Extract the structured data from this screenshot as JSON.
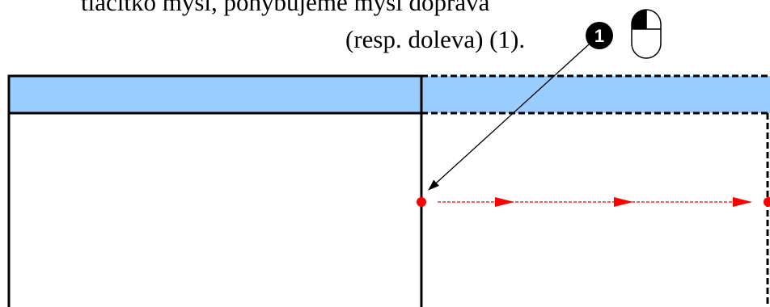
{
  "caption": {
    "line1": "tlačítko myši, pohybujeme myší doprava",
    "line2": "(resp. doleva) (1)."
  },
  "step_badge": {
    "number": "1"
  },
  "icons": {
    "mouse": "mouse-left-button-icon",
    "badge": "numbered-circle-badge"
  },
  "colors": {
    "header_fill": "#99ccff",
    "border": "#000000",
    "drag_path": "#ff0000",
    "drag_point": "#ff0000",
    "background": "#ffffff"
  }
}
